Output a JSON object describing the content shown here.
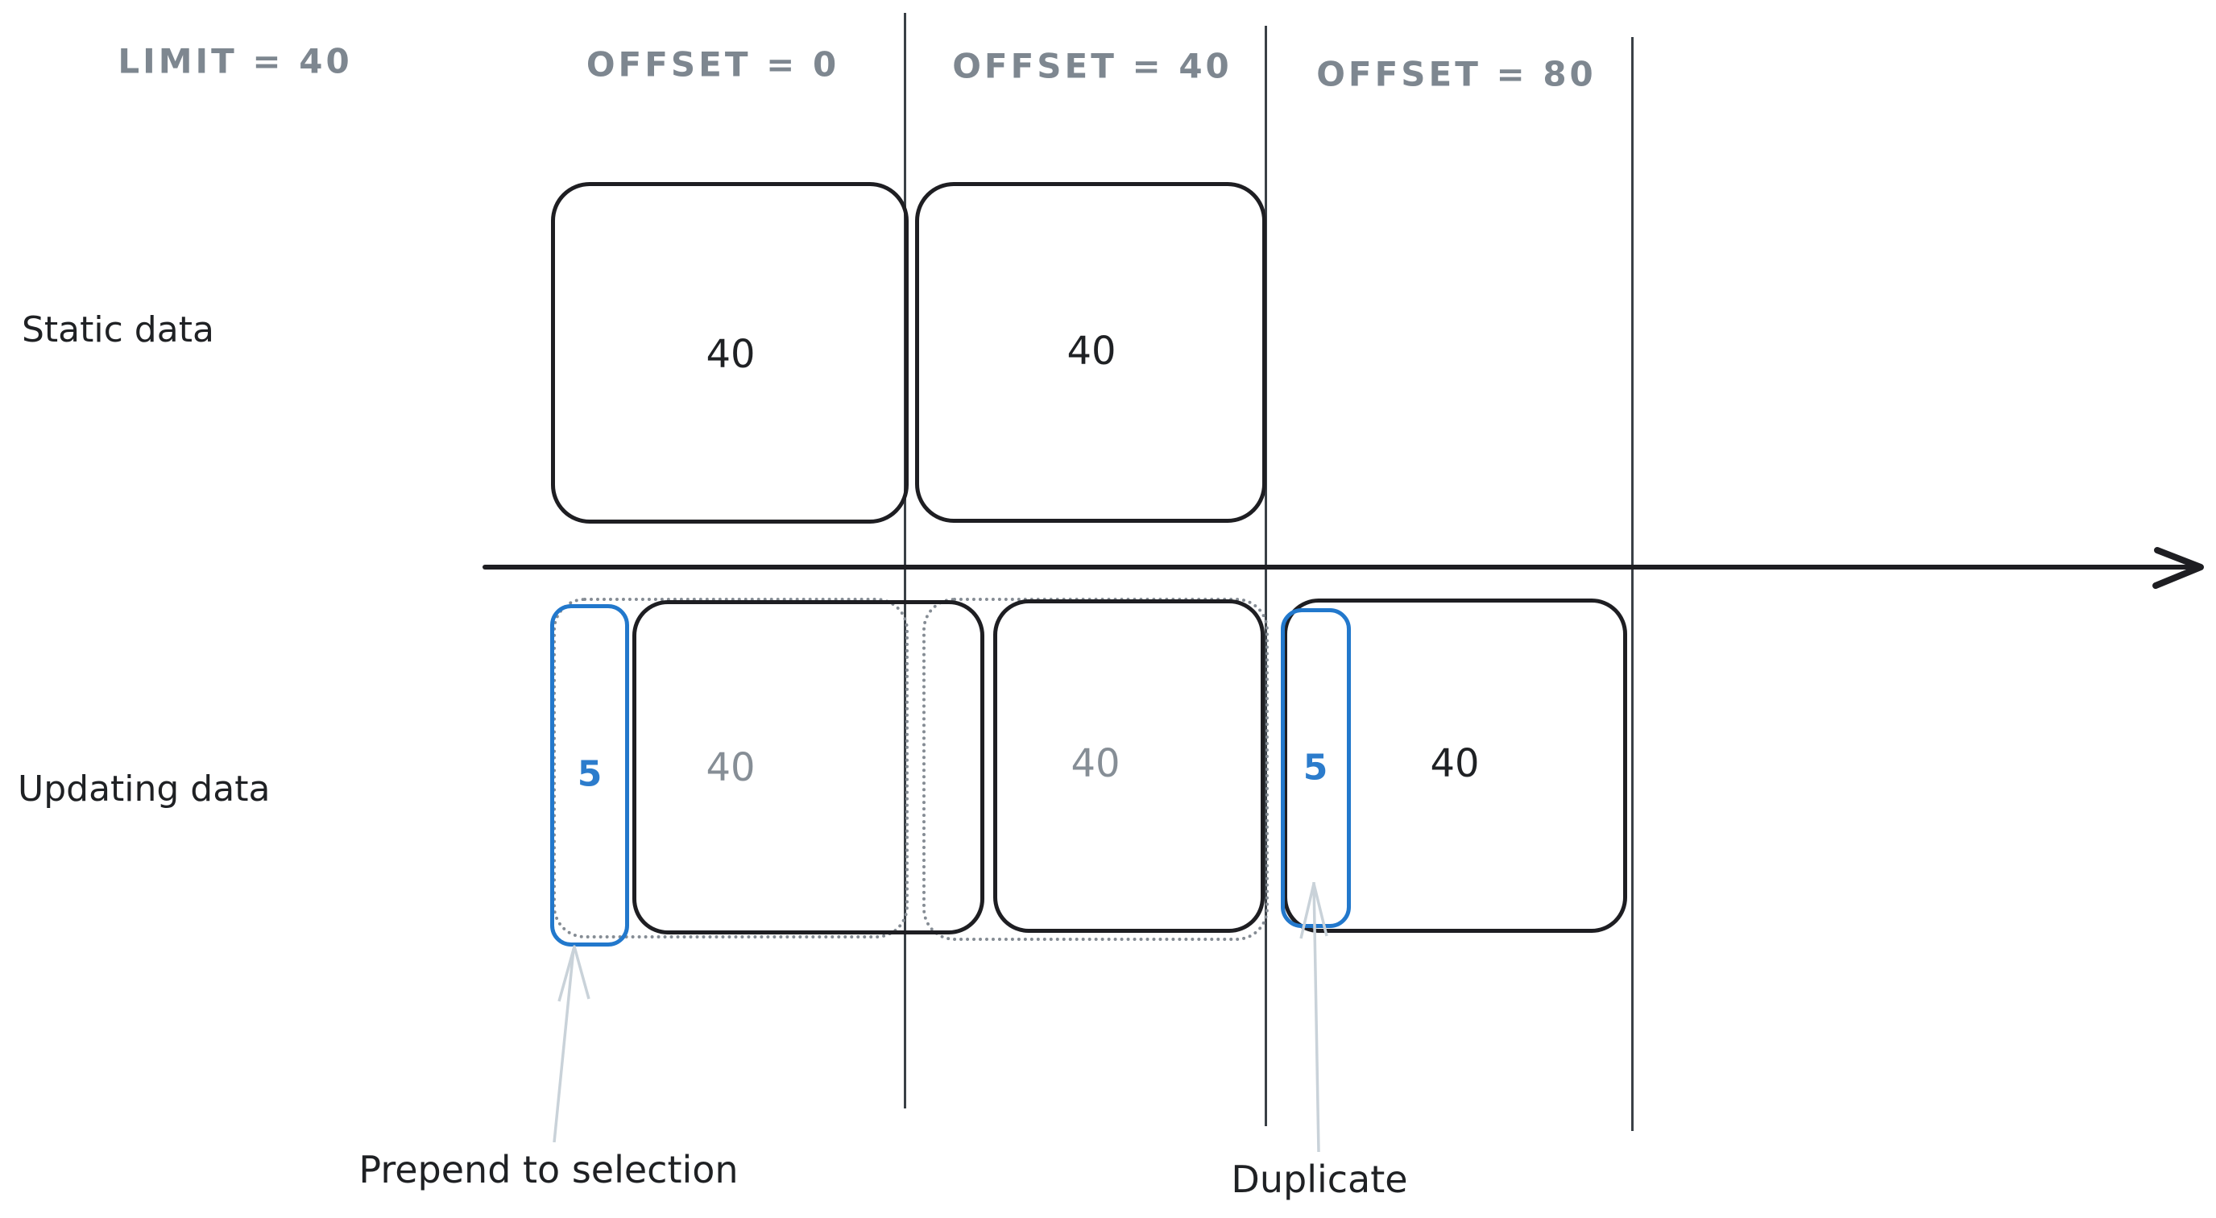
{
  "title": "limit-offset pagination diagram",
  "palette": {
    "stroke_black": "#1e1e22",
    "header_gray": "#7e8790",
    "value_gray": "#868e96",
    "dotted_gray": "#858c94",
    "accent_blue": "#2278cc",
    "divider_line": "#3a4046",
    "annotation_arrow": "#c9d2d9"
  },
  "headers": {
    "limit": "LIMIT = 40",
    "offset_0": "OFFSET = 0",
    "offset_40": "OFFSET = 40",
    "offset_80": "OFFSET = 80"
  },
  "rows": {
    "static_label": "Static data",
    "updating_label": "Updating data"
  },
  "static_row": {
    "boxes": [
      {
        "value": "40"
      },
      {
        "value": "40"
      }
    ]
  },
  "updating_row": {
    "prepended_box": {
      "value": "5"
    },
    "ghost_boxes": [
      {
        "value": "40"
      },
      {
        "value": "40"
      }
    ],
    "current_box": {
      "value": "40"
    },
    "duplicate_box": {
      "value": "5"
    }
  },
  "annotations": {
    "prepend": "Prepend to selection",
    "duplicate": "Duplicate"
  }
}
